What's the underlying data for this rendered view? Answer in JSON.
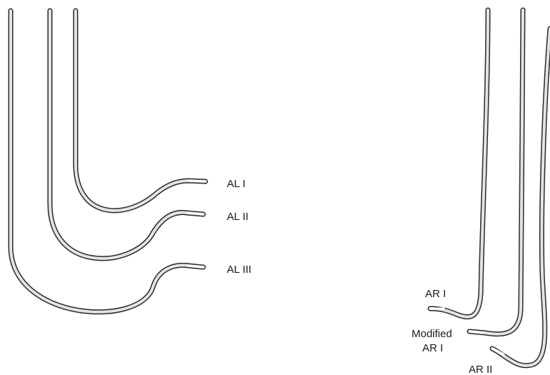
{
  "diagram": {
    "left_group": {
      "catheters": [
        {
          "id": "al1",
          "label": "AL I"
        },
        {
          "id": "al2",
          "label": "AL II"
        },
        {
          "id": "al3",
          "label": "AL III"
        }
      ]
    },
    "right_group": {
      "catheters": [
        {
          "id": "ar1",
          "label": "AR I"
        },
        {
          "id": "mar1",
          "label_line1": "Modified",
          "label_line2": "AR I"
        },
        {
          "id": "ar2",
          "label": "AR II"
        }
      ]
    },
    "colors": {
      "outline": "#2a2a2a",
      "tube_fill": "#e4e4e4",
      "tip": "#ffffff",
      "label": "#1a1a1a"
    }
  }
}
